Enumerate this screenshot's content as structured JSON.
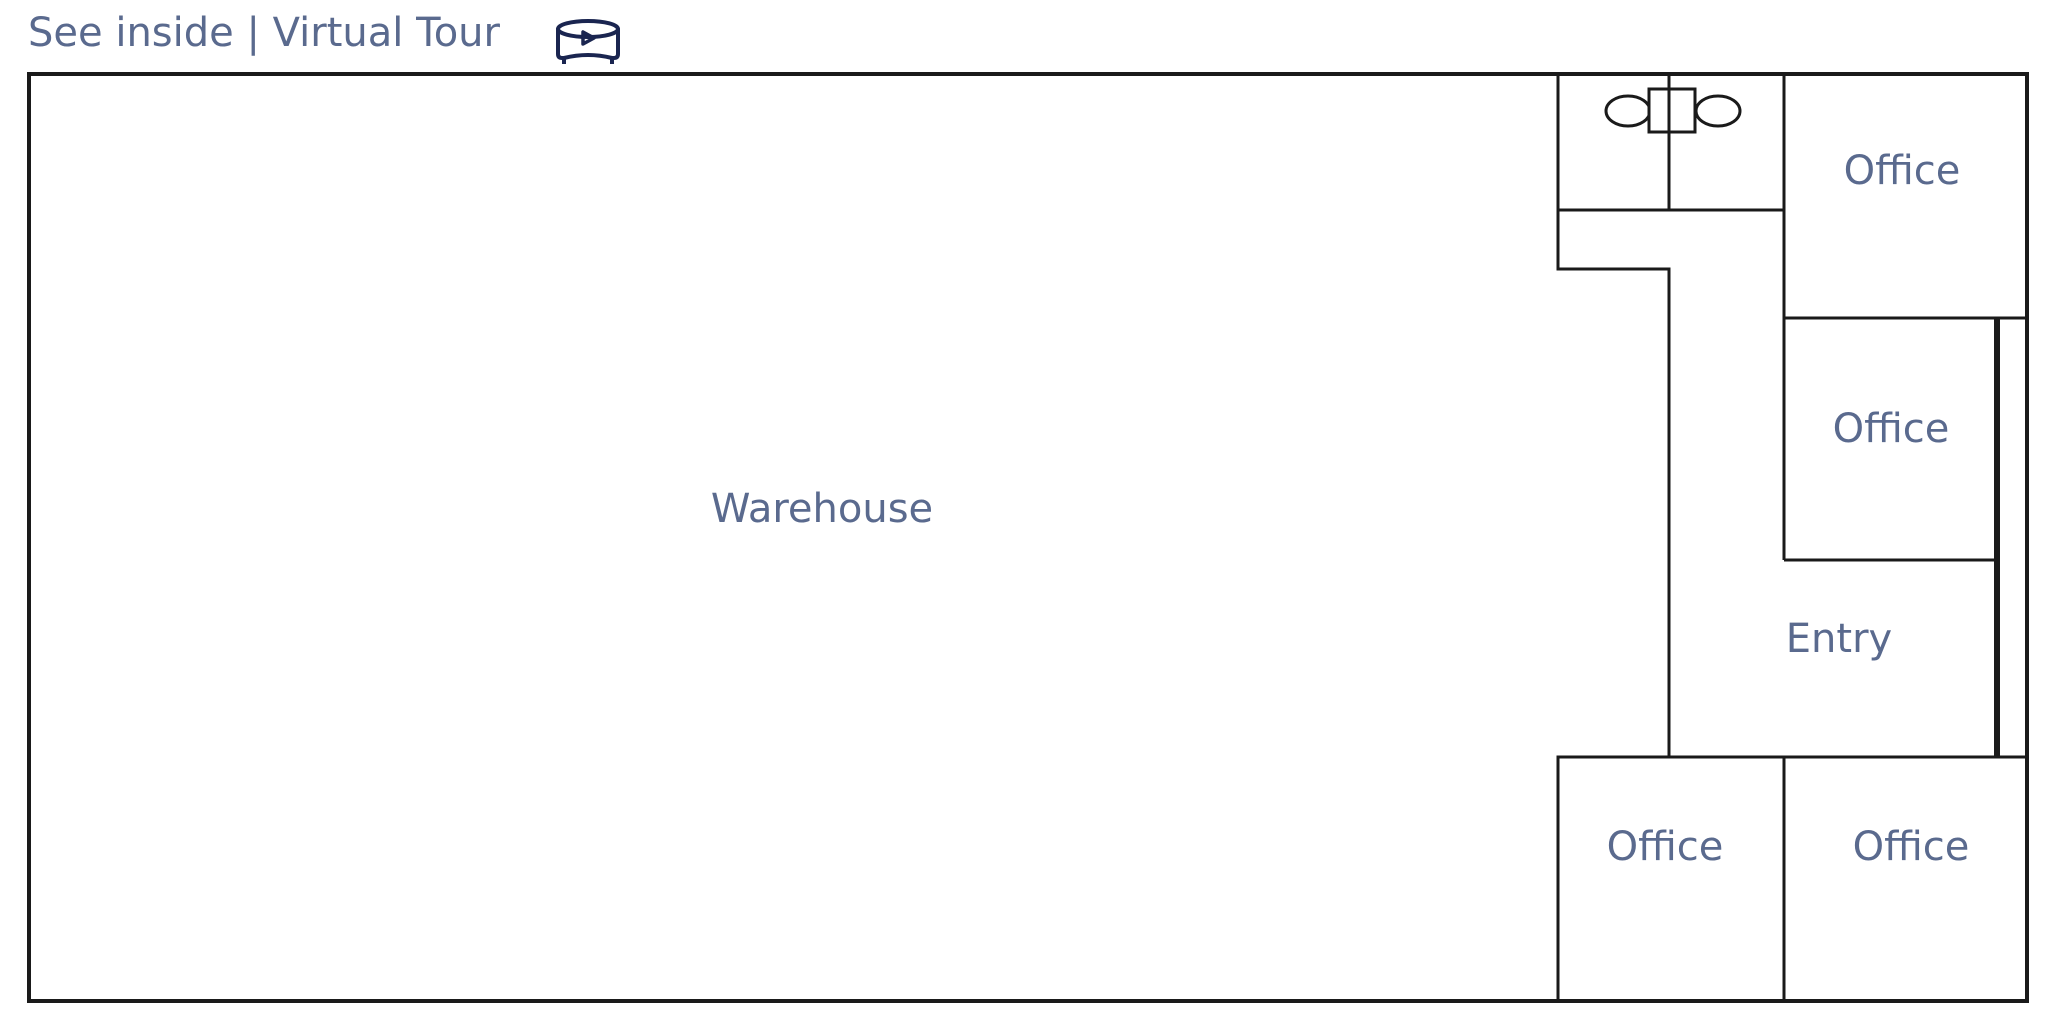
{
  "header": {
    "link_text": "See inside | Virtual Tour",
    "icon": "virtual-tour-icon"
  },
  "floorplan": {
    "rooms": {
      "warehouse": "Warehouse",
      "office_top_right": "Office",
      "office_middle_right": "Office",
      "entry": "Entry",
      "office_bottom_left": "Office",
      "office_bottom_right": "Office"
    },
    "fixtures": {
      "restroom": "restroom-fixtures-icon"
    }
  },
  "colors": {
    "label_text": "#5a6a8e",
    "wall_line": "#1a1a1a",
    "icon_stroke": "#1a2550",
    "background": "#ffffff"
  }
}
